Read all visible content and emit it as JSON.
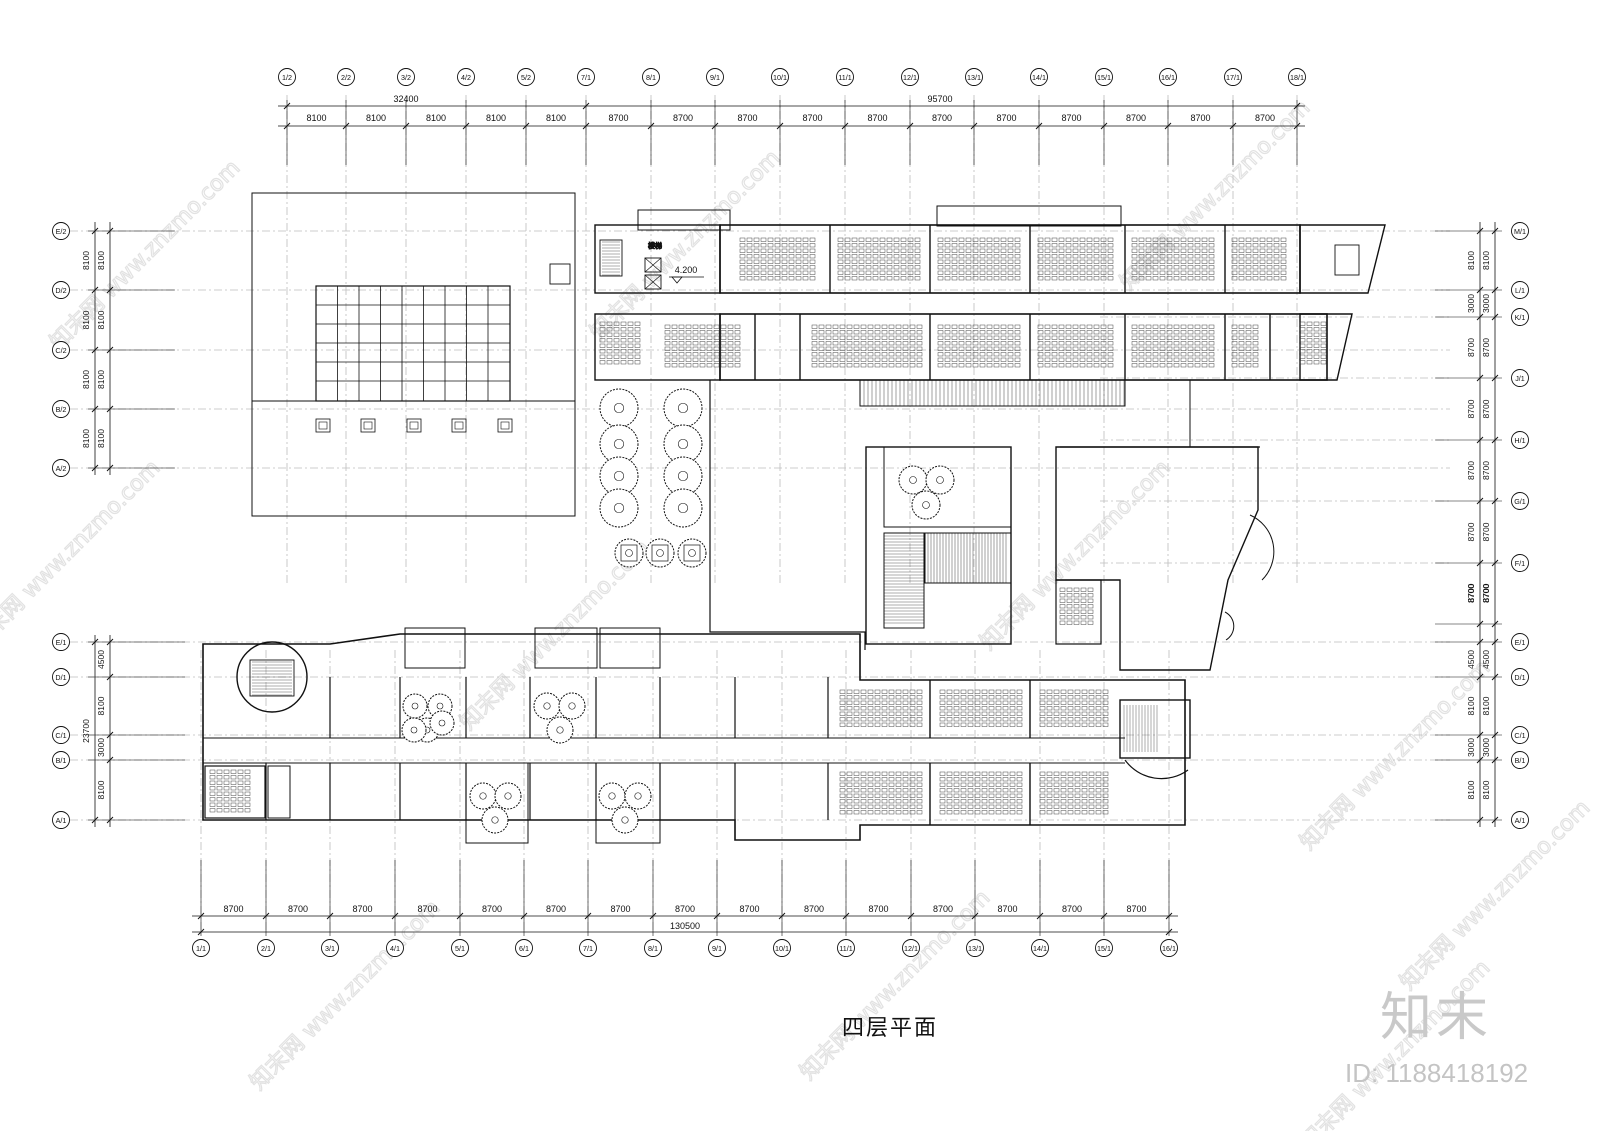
{
  "drawing": {
    "title": "四层平面",
    "level_mark": "4.200",
    "stair_label": "楼梯"
  },
  "watermark": {
    "brand": "知末",
    "image_id": "ID: 1188418192",
    "site": "www.znzmo.com",
    "site_cn": "知末网"
  },
  "grid": {
    "top_axes": [
      "1/2",
      "2/2",
      "3/2",
      "4/2",
      "5/2",
      "7/1",
      "8/1",
      "9/1",
      "10/1",
      "11/1",
      "12/1",
      "13/1",
      "14/1",
      "15/1",
      "16/1",
      "17/1",
      "18/1"
    ],
    "top_dims": [
      "8100",
      "8100",
      "8100",
      "8100",
      "8100",
      "8700",
      "8700",
      "8700",
      "8700",
      "8700",
      "8700",
      "8700",
      "8700",
      "8700",
      "8700",
      "8700"
    ],
    "top_totals": [
      "32400",
      "95700"
    ],
    "bottom_axes": [
      "1/1",
      "2/1",
      "3/1",
      "4/1",
      "5/1",
      "6/1",
      "7/1",
      "8/1",
      "9/1",
      "10/1",
      "11/1",
      "12/1",
      "13/1",
      "14/1",
      "15/1",
      "16/1"
    ],
    "bottom_dims": [
      "8700",
      "8700",
      "8700",
      "8700",
      "8700",
      "8700",
      "8700",
      "8700",
      "8700",
      "8700",
      "8700",
      "8700",
      "8700",
      "8700",
      "8700"
    ],
    "bottom_total": "130500",
    "left_upper_axes": [
      "E/2",
      "D/2",
      "C/2",
      "B/2",
      "A/2"
    ],
    "left_upper_dims": [
      "8100",
      "8100",
      "8100",
      "8100"
    ],
    "left_lower_axes": [
      "E/1",
      "D/1",
      "C/1",
      "B/1",
      "A/1"
    ],
    "left_lower_dims": [
      "4500",
      "8100",
      "3000",
      "8100"
    ],
    "left_lower_total": "23700",
    "right_axes": [
      "M/1",
      "L/1",
      "K/1",
      "J/1",
      "H/1",
      "G/1",
      "F/1",
      "E/1",
      "D/1",
      "C/1",
      "B/1",
      "A/1"
    ],
    "right_dims": [
      "8100",
      "3000",
      "8700",
      "8700",
      "8700",
      "8700",
      "8700",
      "4500",
      "8100",
      "3000",
      "8100"
    ]
  }
}
